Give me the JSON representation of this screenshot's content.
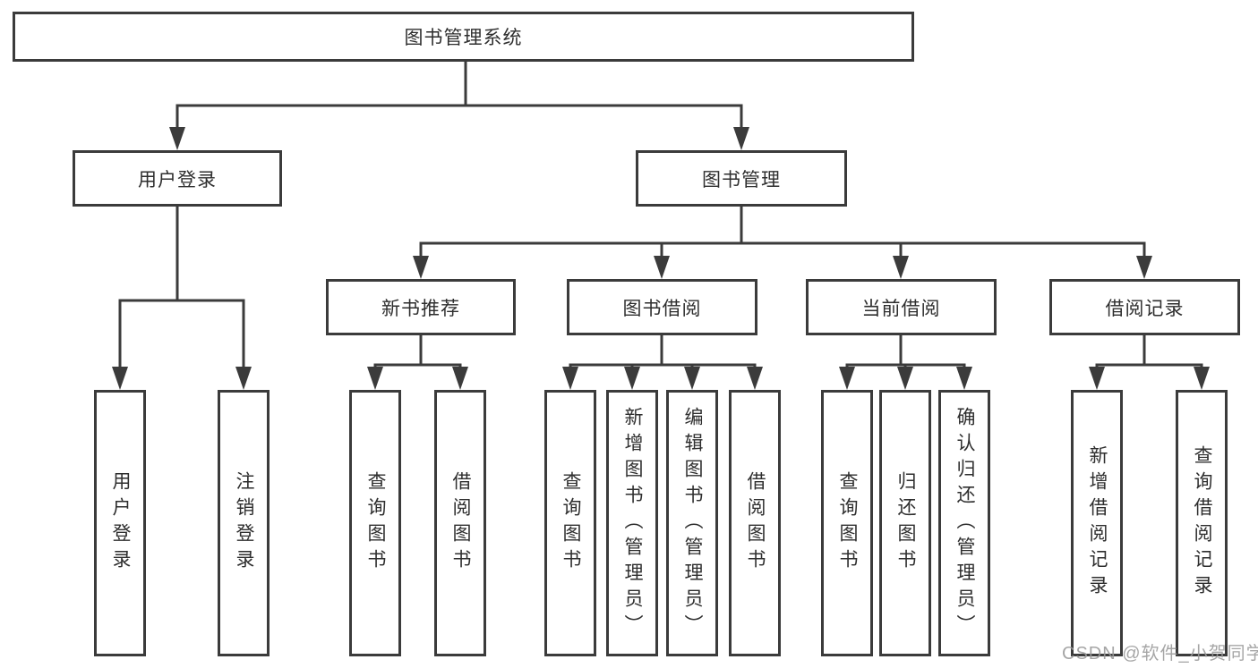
{
  "nodes": {
    "root": "图书管理系统",
    "userLogin": "用户登录",
    "bookMgmt": "图书管理",
    "newBookRec": "新书推荐",
    "bookBorrow": "图书借阅",
    "currentBorrow": "当前借阅",
    "borrowRecord": "借阅记录",
    "leafUserLogin": "用户登录",
    "leafLogout": "注销登录",
    "leafQueryBook1": "查询图书",
    "leafBorrowBook1": "借阅图书",
    "leafQueryBook2": "查询图书",
    "leafAddBookAdmin": "新增图书（管理员）",
    "leafEditBookAdmin": "编辑图书（管理员）",
    "leafBorrowBook2": "借阅图书",
    "leafQueryBook3": "查询图书",
    "leafReturnBook": "归还图书",
    "leafConfirmReturnAdmin": "确认归还（管理员）",
    "leafAddBorrowRecord": "新增借阅记录",
    "leafQueryBorrowRecord": "查询借阅记录"
  },
  "hierarchy": {
    "图书管理系统": {
      "用户登录": [
        "用户登录",
        "注销登录"
      ],
      "图书管理": {
        "新书推荐": [
          "查询图书",
          "借阅图书"
        ],
        "图书借阅": [
          "查询图书",
          "新增图书（管理员）",
          "编辑图书（管理员）",
          "借阅图书"
        ],
        "当前借阅": [
          "查询图书",
          "归还图书",
          "确认归还（管理员）"
        ],
        "借阅记录": [
          "新增借阅记录",
          "查询借阅记录"
        ]
      }
    }
  },
  "meta": {
    "watermark": "CSDN @软件_小贺同学"
  },
  "colors": {
    "line": "#3b3b3b",
    "text": "#2e2e2e",
    "background": "#ffffff",
    "watermark": "#9a9a9a"
  }
}
